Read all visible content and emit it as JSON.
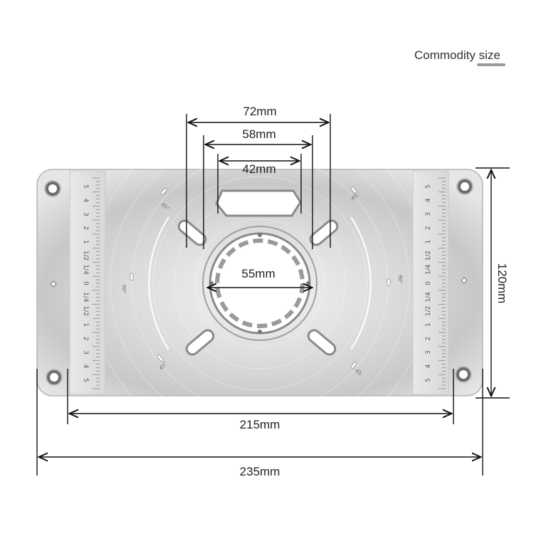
{
  "header": {
    "title": "Commodity size"
  },
  "dimensions": {
    "slot_outer": "72mm",
    "slot_middle": "58mm",
    "slot_inner": "42mm",
    "center_hole": "55mm",
    "height": "120mm",
    "inner_width": "215mm",
    "overall_width": "235mm"
  },
  "plate": {
    "angle_marks": {
      "top_left": "45°",
      "top_right": "-45",
      "bottom_left": "45°",
      "bottom_right": "-45",
      "left_mid": "90°",
      "right_mid": "90°"
    },
    "ruler_left": [
      "5",
      "4",
      "3",
      "2",
      "1",
      "1/2",
      "1/4",
      "0",
      "1/4",
      "1/2",
      "1",
      "2",
      "3",
      "4",
      "5"
    ],
    "ruler_left_top_small": [
      "2",
      "1"
    ],
    "ruler_left_bottom_small": [
      "1",
      "2"
    ],
    "ruler_right": [
      "5",
      "4",
      "3",
      "2",
      "1",
      "1/2",
      "1/4",
      "0",
      "1/4",
      "1/2",
      "1",
      "2",
      "3",
      "4",
      "5"
    ]
  },
  "colors": {
    "plate_light": "#f2f2f2",
    "plate_mid": "#cfcfcf",
    "plate_dark": "#a9a9a9",
    "line": "#111111",
    "accent_underline": "#9a9a9a"
  }
}
